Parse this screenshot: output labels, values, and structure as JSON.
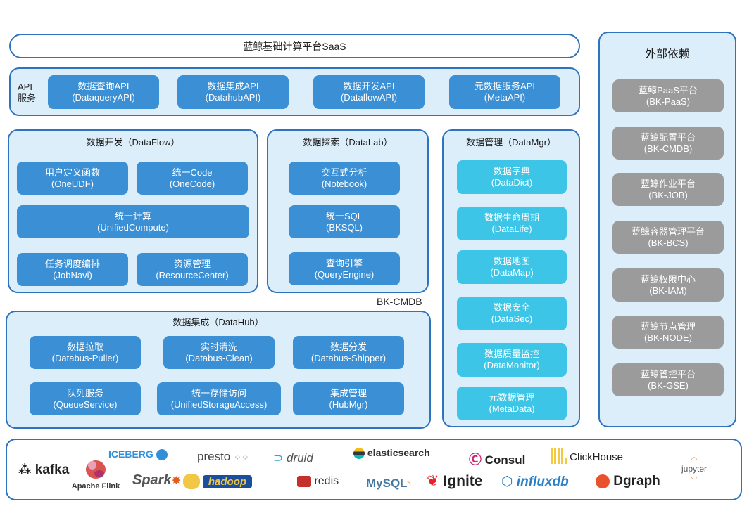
{
  "saas_bar": {
    "title": "蓝鲸基础计算平台SaaS"
  },
  "api": {
    "label_line1": "API",
    "label_line2": "服务",
    "items": [
      {
        "name": "数据查询API",
        "sub": "(DataqueryAPI)"
      },
      {
        "name": "数据集成API",
        "sub": "(DatahubAPI)"
      },
      {
        "name": "数据开发API",
        "sub": "(DataflowAPI)"
      },
      {
        "name": "元数据服务API",
        "sub": "(MetaAPI)"
      }
    ]
  },
  "dataflow": {
    "title": "数据开发（DataFlow）",
    "items": [
      {
        "name": "用户定义函数",
        "sub": "(OneUDF)"
      },
      {
        "name": "统一Code",
        "sub": "(OneCode)"
      },
      {
        "name": "统一计算",
        "sub": "(UnifiedCompute)"
      },
      {
        "name": "任务调度编排",
        "sub": "(JobNavi)"
      },
      {
        "name": "资源管理",
        "sub": "(ResourceCenter)"
      }
    ]
  },
  "datalab": {
    "title": "数据探索（DataLab）",
    "items": [
      {
        "name": "交互式分析",
        "sub": "(Notebook)"
      },
      {
        "name": "统一SQL",
        "sub": "(BKSQL)"
      },
      {
        "name": "查询引擎",
        "sub": "(QueryEngine)"
      }
    ]
  },
  "bk_cmdb_label": "BK-CMDB",
  "datamgr": {
    "title": "数据管理（DataMgr）",
    "items": [
      {
        "name": "数据字典",
        "sub": "(DataDict)"
      },
      {
        "name": "数据生命周期",
        "sub": "(DataLife)"
      },
      {
        "name": "数据地图",
        "sub": "(DataMap)"
      },
      {
        "name": "数据安全",
        "sub": "(DataSec)"
      },
      {
        "name": "数据质量监控",
        "sub": "(DataMonitor)"
      },
      {
        "name": "元数据管理",
        "sub": "(MetaData)"
      }
    ]
  },
  "datahub": {
    "title": "数据集成（DataHub）",
    "items": [
      {
        "name": "数据拉取",
        "sub": "(Databus-Puller)"
      },
      {
        "name": "实时清洗",
        "sub": "(Databus-Clean)"
      },
      {
        "name": "数据分发",
        "sub": "(Databus-Shipper)"
      },
      {
        "name": "队列服务",
        "sub": "(QueueService)"
      },
      {
        "name": "统一存储访问",
        "sub": "(UnifiedStorageAccess)"
      },
      {
        "name": "集成管理",
        "sub": "(HubMgr)"
      }
    ]
  },
  "external": {
    "title": "外部依赖",
    "items": [
      {
        "name": "蓝鲸PaaS平台",
        "sub": "(BK-PaaS)"
      },
      {
        "name": "蓝鲸配置平台",
        "sub": "(BK-CMDB)"
      },
      {
        "name": "蓝鲸作业平台",
        "sub": "(BK-JOB)"
      },
      {
        "name": "蓝鲸容器管理平台",
        "sub": "(BK-BCS)"
      },
      {
        "name": "蓝鲸权限中心",
        "sub": "(BK-IAM)"
      },
      {
        "name": "蓝鲸节点管理",
        "sub": "(BK-NODE)"
      },
      {
        "name": "蓝鲸管控平台",
        "sub": "(BK-GSE)"
      }
    ]
  },
  "tech_logos": {
    "kafka": "kafka",
    "flink": "Apache Flink",
    "iceberg": "ICEBERG",
    "spark": "Spark",
    "presto": "presto",
    "hadoop": "hadoop",
    "druid": "druid",
    "elasticsearch": "elasticsearch",
    "redis": "redis",
    "mysql": "MySQL",
    "consul": "Consul",
    "ignite": "Ignite",
    "clickhouse": "ClickHouse",
    "influxdb": "influxdb",
    "dgraph": "Dgraph",
    "jupyter": "jupyter"
  },
  "colors": {
    "panel_border": "#2e73bd",
    "panel_fill": "#ddeefb",
    "button_blue": "#3b8fd4",
    "button_cyan": "#3cc5e6",
    "button_gray": "#9b9b9b"
  }
}
